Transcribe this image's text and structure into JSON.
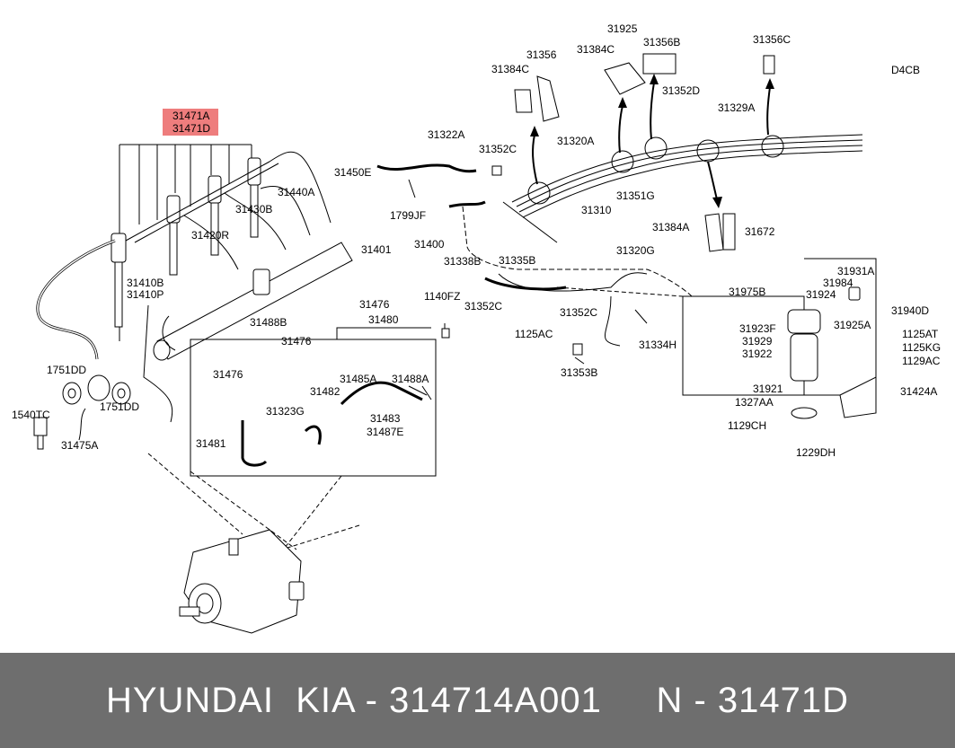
{
  "engine_code": "D4CB",
  "highlight_color": "#ee7d7d",
  "footer": {
    "caption": "HYUNDAI  KIA - 314714A001     N - 31471D",
    "background": "#6e6e6e"
  },
  "labels": [
    {
      "id": "31471A",
      "text": "31471A"
    },
    {
      "id": "31471D",
      "text": "31471D"
    },
    {
      "id": "31450E",
      "text": "31450E"
    },
    {
      "id": "31440A",
      "text": "31440A"
    },
    {
      "id": "31430B",
      "text": "31430B"
    },
    {
      "id": "31420R",
      "text": "31420R"
    },
    {
      "id": "31401",
      "text": "31401"
    },
    {
      "id": "31400",
      "text": "31400"
    },
    {
      "id": "31410B",
      "text": "31410B"
    },
    {
      "id": "31410P",
      "text": "31410P"
    },
    {
      "id": "31476a",
      "text": "31476"
    },
    {
      "id": "31476b",
      "text": "31476"
    },
    {
      "id": "31476c",
      "text": "31476"
    },
    {
      "id": "31488B",
      "text": "31488B"
    },
    {
      "id": "31480",
      "text": "31480"
    },
    {
      "id": "31485A",
      "text": "31485A"
    },
    {
      "id": "31488A",
      "text": "31488A"
    },
    {
      "id": "31482",
      "text": "31482"
    },
    {
      "id": "31323G",
      "text": "31323G"
    },
    {
      "id": "31483",
      "text": "31483"
    },
    {
      "id": "31487E",
      "text": "31487E"
    },
    {
      "id": "31481",
      "text": "31481"
    },
    {
      "id": "1751DDa",
      "text": "1751DD"
    },
    {
      "id": "1751DDb",
      "text": "1751DD"
    },
    {
      "id": "1540TC",
      "text": "1540TC"
    },
    {
      "id": "31475A",
      "text": "31475A"
    },
    {
      "id": "31322A",
      "text": "31322A"
    },
    {
      "id": "1799JF",
      "text": "1799JF"
    },
    {
      "id": "31352Ca",
      "text": "31352C"
    },
    {
      "id": "31352Cb",
      "text": "31352C"
    },
    {
      "id": "31352Cc",
      "text": "31352C"
    },
    {
      "id": "31320A",
      "text": "31320A"
    },
    {
      "id": "31310",
      "text": "31310"
    },
    {
      "id": "31351G",
      "text": "31351G"
    },
    {
      "id": "31338B",
      "text": "31338B"
    },
    {
      "id": "31335B",
      "text": "31335B"
    },
    {
      "id": "1140FZ",
      "text": "1140FZ"
    },
    {
      "id": "31320G",
      "text": "31320G"
    },
    {
      "id": "1125AC",
      "text": "1125AC"
    },
    {
      "id": "31353B",
      "text": "31353B"
    },
    {
      "id": "31334H",
      "text": "31334H"
    },
    {
      "id": "31356",
      "text": "31356"
    },
    {
      "id": "31384Ca",
      "text": "31384C"
    },
    {
      "id": "31384Cb",
      "text": "31384C"
    },
    {
      "id": "31925",
      "text": "31925"
    },
    {
      "id": "31356B",
      "text": "31356B"
    },
    {
      "id": "31352D",
      "text": "31352D"
    },
    {
      "id": "31329A",
      "text": "31329A"
    },
    {
      "id": "31356C",
      "text": "31356C"
    },
    {
      "id": "31384A",
      "text": "31384A"
    },
    {
      "id": "31672",
      "text": "31672"
    },
    {
      "id": "31975B",
      "text": "31975B"
    },
    {
      "id": "31931A",
      "text": "31931A"
    },
    {
      "id": "31984",
      "text": "31984"
    },
    {
      "id": "31924",
      "text": "31924"
    },
    {
      "id": "31940D",
      "text": "31940D"
    },
    {
      "id": "31923F",
      "text": "31923F"
    },
    {
      "id": "31925A",
      "text": "31925A"
    },
    {
      "id": "31929",
      "text": "31929"
    },
    {
      "id": "31922",
      "text": "31922"
    },
    {
      "id": "1125AT",
      "text": "1125AT"
    },
    {
      "id": "1125KG",
      "text": "1125KG"
    },
    {
      "id": "1129AC",
      "text": "1129AC"
    },
    {
      "id": "31921",
      "text": "31921"
    },
    {
      "id": "1327AA",
      "text": "1327AA"
    },
    {
      "id": "31424A",
      "text": "31424A"
    },
    {
      "id": "1129CH",
      "text": "1129CH"
    },
    {
      "id": "1229DH",
      "text": "1229DH"
    }
  ]
}
